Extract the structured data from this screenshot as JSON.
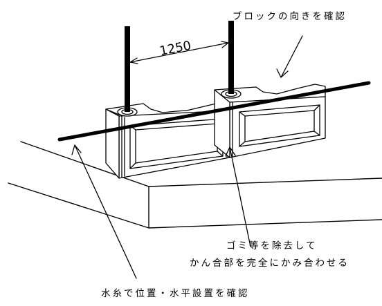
{
  "dimension": {
    "spacing": "1250"
  },
  "labels": {
    "block_direction": "ブロックの向きを確認",
    "clean_line1": "ゴミ等を除去して",
    "clean_line2": "かん合部を完全にかみ合わせる",
    "level_check": "水糸で位置・水平設置を確認"
  }
}
